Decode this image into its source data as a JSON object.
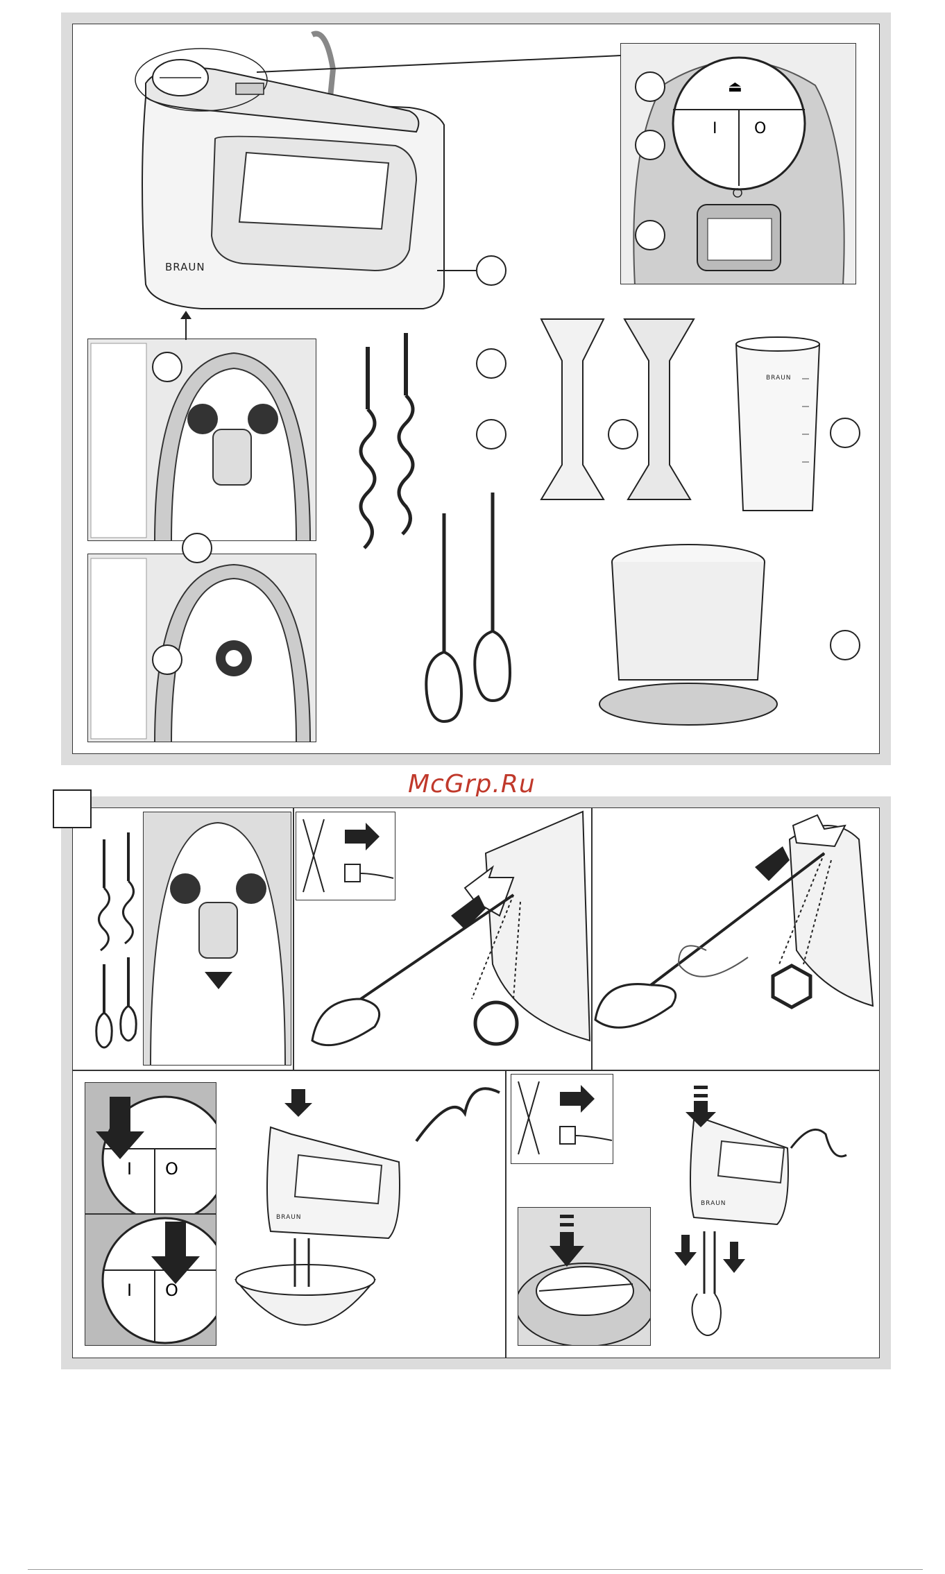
{
  "watermark": {
    "text": "McGrp.Ru"
  },
  "brand": {
    "logo_text": "BRAUN"
  },
  "controls": {
    "on_symbol": "I",
    "off_symbol": "O",
    "eject_symbol": "⏏"
  }
}
